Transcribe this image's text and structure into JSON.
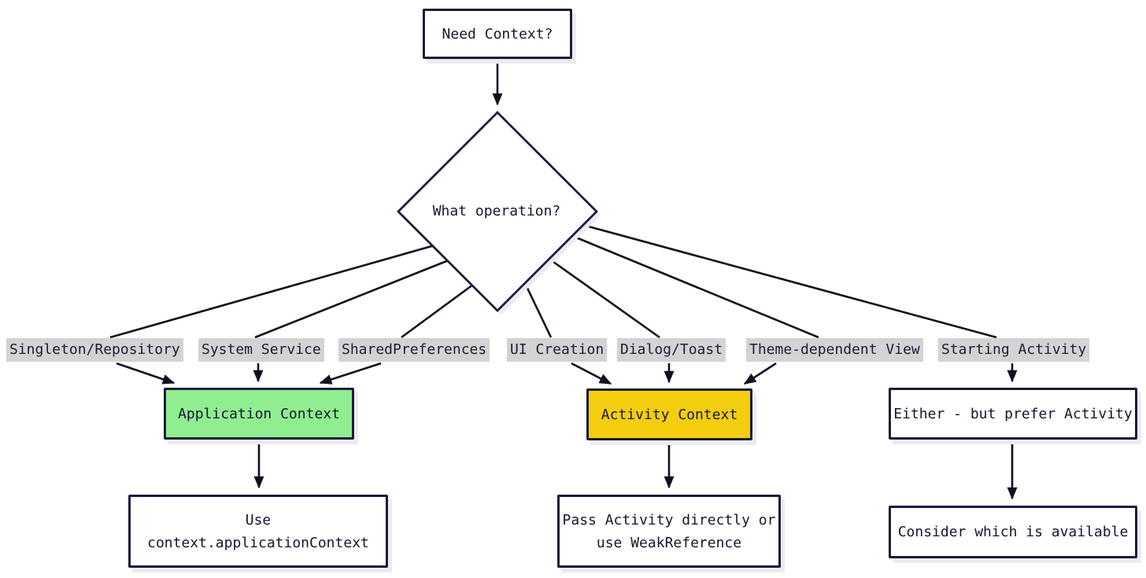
{
  "diagram": {
    "title_node": {
      "label": "Need Context?"
    },
    "decision_node": {
      "label": "What operation?"
    },
    "edge_labels": [
      {
        "label": "Singleton/Repository"
      },
      {
        "label": "System Service"
      },
      {
        "label": "SharedPreferences"
      },
      {
        "label": "UI Creation"
      },
      {
        "label": "Dialog/Toast"
      },
      {
        "label": "Theme-dependent View"
      },
      {
        "label": "Starting Activity"
      }
    ],
    "result_nodes": {
      "application_context": {
        "label": "Application Context",
        "fill": "#90ee90"
      },
      "activity_context": {
        "label": "Activity Context",
        "fill": "#f4ce0e"
      },
      "either": {
        "label": "Either - but prefer Activity",
        "fill": "#ffffff"
      }
    },
    "action_nodes": {
      "use_application_context": {
        "line1": "Use",
        "line2": "context.applicationContext"
      },
      "pass_activity": {
        "line1": "Pass Activity directly or",
        "line2": "use WeakReference"
      },
      "consider_available": {
        "label": "Consider which is available"
      }
    },
    "colors": {
      "node_border": "#1c1c3b",
      "edge_line": "#10101f",
      "edge_label_bg": "#d3d3d3",
      "text": "#16162e",
      "application_green": "#90ee90",
      "activity_yellow": "#f4ce0e",
      "shadow": "#ececef",
      "background": "#ffffff"
    }
  }
}
